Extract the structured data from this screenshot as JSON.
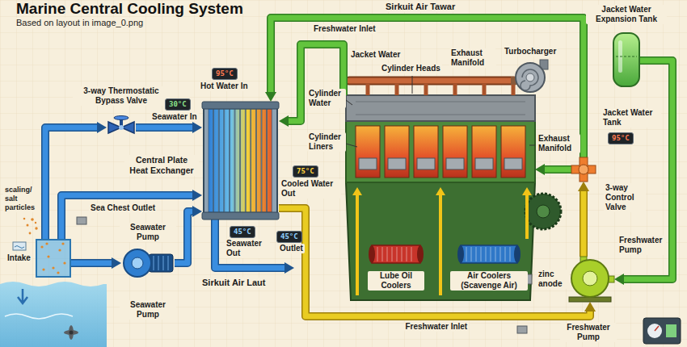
{
  "diagram": {
    "title": "Marine Central Cooling System",
    "nodes": [
      {
        "text": [
          "3-way Thermostatic Bypass Valve"
        ]
      },
      {
        "text": [
          "30°C"
        ]
      },
      {
        "text": [
          "95°C"
        ]
      },
      {
        "text": [
          "Central Plate Heat Exchanger"
        ]
      },
      {
        "text": [
          "Turbocharger"
        ]
      },
      {
        "text": [
          "Jacket Water Expansion Tank"
        ]
      },
      {
        "text": [
          "95°C"
        ]
      },
      {
        "text": [
          "3-way Control Valve"
        ]
      },
      {
        "text": [
          "75°C"
        ]
      },
      {
        "text": [
          "Intake"
        ]
      },
      {
        "text": [
          "Seawater Pump"
        ]
      },
      {
        "text": [
          "45°C"
        ]
      },
      {
        "text": [
          "45°C"
        ]
      },
      {
        "text": [
          "Lube Oil Coolers"
        ]
      },
      {
        "text": [
          "Air Coolers (Scavenge Air)"
        ]
      },
      {
        "text": [
          "Freshwater Pump"
        ]
      }
    ],
    "edges": [
      {
        "from": 9,
        "to": 10,
        "arrow": "to"
      },
      {
        "from": 10,
        "to": 3,
        "arrow": "to"
      },
      {
        "from": 9,
        "to": 0,
        "arrow": "to"
      },
      {
        "from": 0,
        "to": 3,
        "arrow": "to"
      },
      {
        "from": 9,
        "to": 3,
        "label": "Sea Chest Outlet",
        "arrow": "to"
      },
      {
        "from": 7,
        "to": 3,
        "label": "Sirkuit Air Tawar",
        "arrow": "to"
      },
      {
        "from": 3,
        "to": 15,
        "label": "Freshwater Inlet",
        "arrow": "to"
      },
      {
        "from": 15,
        "to": 7,
        "arrow": "to"
      },
      {
        "from": 5,
        "to": 15,
        "arrow": "to"
      }
    ],
    "labels": [
      "Based on layout in image_0.png",
      "Freshwater Inlet",
      "Jacket Water",
      "Cylinder Heads",
      "Exhaust Manifold",
      "Hot Water In",
      "Seawater In",
      "Cylinder Water",
      "Cylinder Liners",
      "Exhaust Manifold",
      "Jacket Water Tank",
      "Cooled Water Out",
      "scaling/ salt particles",
      "Seawater Out",
      "Outlet",
      "Sirkuit Air Laut",
      "Seawater Pump",
      "zinc anode",
      "Freshwater Pump"
    ]
  }
}
